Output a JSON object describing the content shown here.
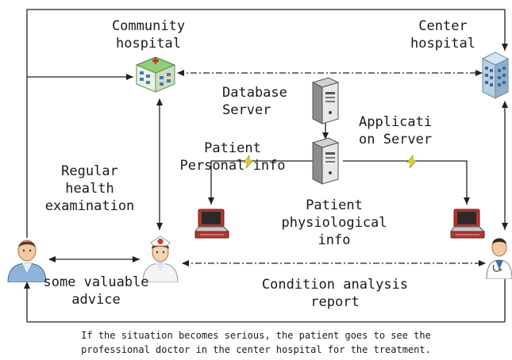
{
  "nodes": {
    "community_hospital": "Community\nhospital",
    "center_hospital": "Center\nhospital",
    "database_server": "Database\nServer",
    "application_server": "Applicati\non Server",
    "patient_personal_info": "Patient\nPersonal info",
    "patient_physiological_info": "Patient\nphysiological\ninfo",
    "regular_health_examination": "Regular\nhealth\nexamination",
    "some_valuable_advice": "some valuable\nadvice",
    "condition_analysis_report": "Condition analysis\nreport"
  },
  "caption": "If the situation becomes serious, the patient goes to see the\nprofessional doctor in the center hospital for the treatment.",
  "icons": {
    "community_hospital": "hospital-building-icon",
    "center_hospital": "office-building-icon",
    "database_server": "server-tower-icon",
    "application_server": "server-tower-icon",
    "terminal_left": "laptop-terminal-icon",
    "terminal_right": "laptop-terminal-icon",
    "patient": "patient-icon",
    "nurse": "nurse-icon",
    "doctor": "doctor-icon",
    "wireless": "lightning-bolt-icon"
  },
  "colors": {
    "line": "#222222",
    "text": "#1a1a1a",
    "hospital_green": "#5aa844",
    "laptop_red": "#b5352e",
    "server_gray": "#9a9a9a",
    "bolt_yellow": "#e8d21d"
  }
}
